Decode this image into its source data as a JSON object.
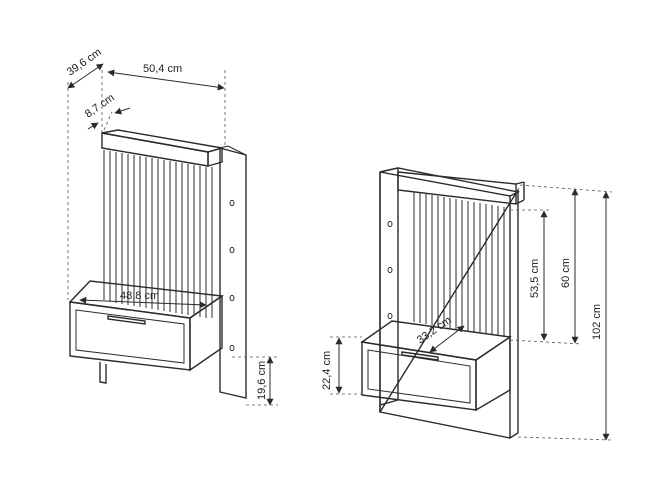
{
  "dimensions": {
    "left_depth": "39,6 cm",
    "left_width": "50,4 cm",
    "left_slat_depth": "8,7 cm",
    "left_shelf_width": "48,8 cm",
    "left_gap": "19,6 cm",
    "right_shelf_depth": "33,2 cm",
    "right_drawer_height": "22,4 cm",
    "right_slat_height": "53,5 cm",
    "right_upper_height": "60 cm",
    "right_total_height": "102 cm"
  }
}
